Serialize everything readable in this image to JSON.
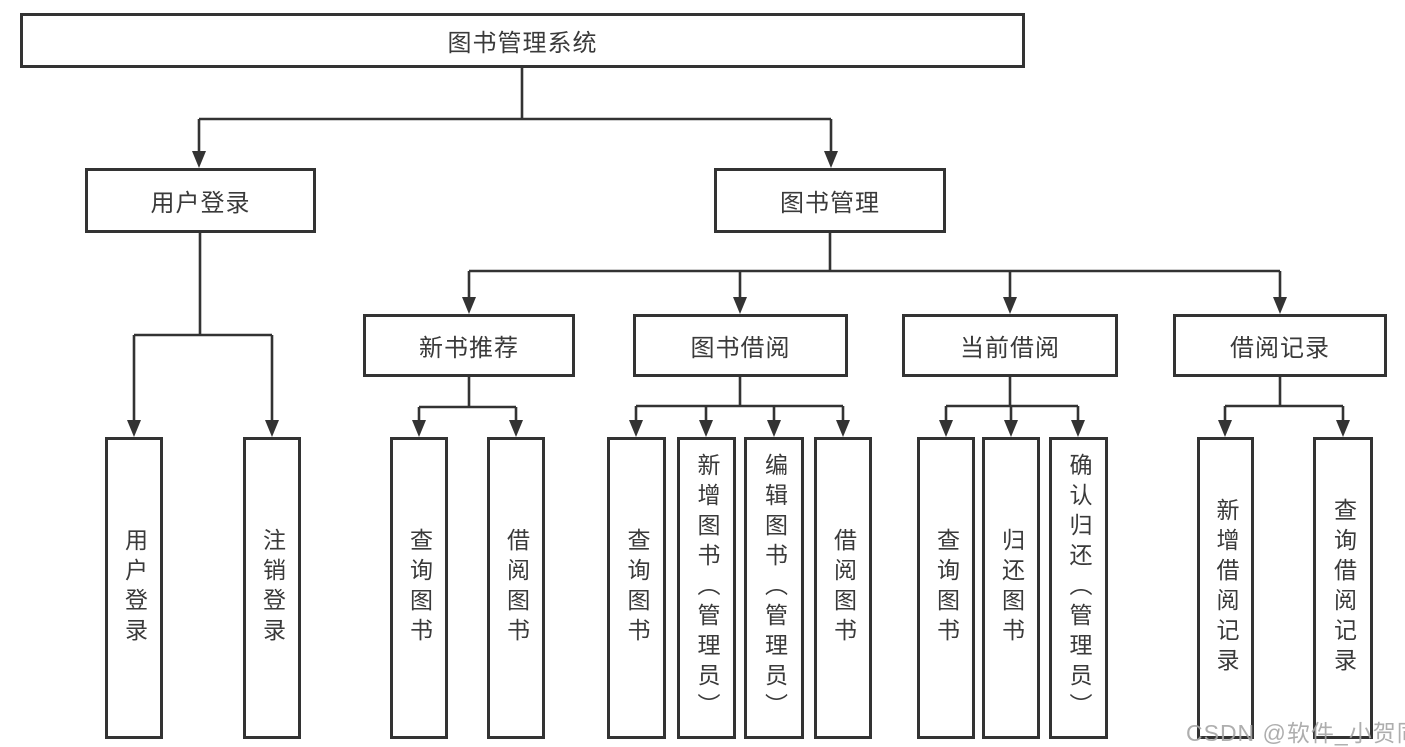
{
  "diagram": {
    "root": {
      "label": "图书管理系统",
      "children": [
        {
          "label": "用户登录",
          "children": [
            {
              "label": "用户登录"
            },
            {
              "label": "注销登录"
            }
          ]
        },
        {
          "label": "图书管理",
          "children": [
            {
              "label": "新书推荐",
              "children": [
                {
                  "label": "查询图书"
                },
                {
                  "label": "借阅图书"
                }
              ]
            },
            {
              "label": "图书借阅",
              "children": [
                {
                  "label": "查询图书"
                },
                {
                  "label": "新增图书（管理员）"
                },
                {
                  "label": "编辑图书（管理员）"
                },
                {
                  "label": "借阅图书"
                }
              ]
            },
            {
              "label": "当前借阅",
              "children": [
                {
                  "label": "查询图书"
                },
                {
                  "label": "归还图书"
                },
                {
                  "label": "确认归还（管理员）"
                }
              ]
            },
            {
              "label": "借阅记录",
              "children": [
                {
                  "label": "新增借阅记录"
                },
                {
                  "label": "查询借阅记录"
                }
              ]
            }
          ]
        }
      ]
    }
  },
  "watermark": {
    "text": "CSDN @软件_小贺同学"
  },
  "colors": {
    "line": "#333333",
    "text": "#3a3a3a",
    "background": "#ffffff",
    "watermark": "#a6a6a6"
  }
}
